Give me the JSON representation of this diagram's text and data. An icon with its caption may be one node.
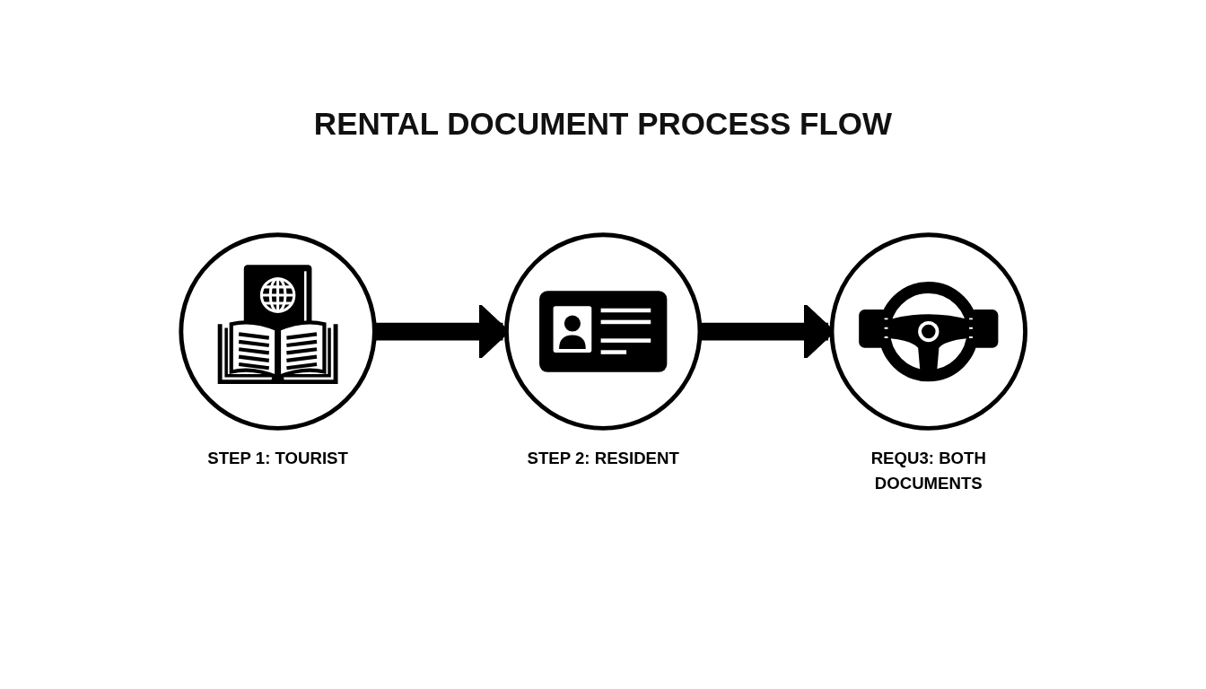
{
  "diagram": {
    "title": "RENTAL DOCUMENT PROCESS FLOW",
    "nodes": [
      {
        "text": [
          "STEP 1: TOURIST"
        ]
      },
      {
        "text": [
          "STEP 2: RESIDENT"
        ]
      },
      {
        "text": [
          "REQU3: BOTH DOCUMENTS"
        ]
      }
    ],
    "edges": [
      {
        "from": 0,
        "to": 1,
        "arrow": "to"
      },
      {
        "from": 1,
        "to": 2,
        "arrow": "to"
      }
    ]
  }
}
